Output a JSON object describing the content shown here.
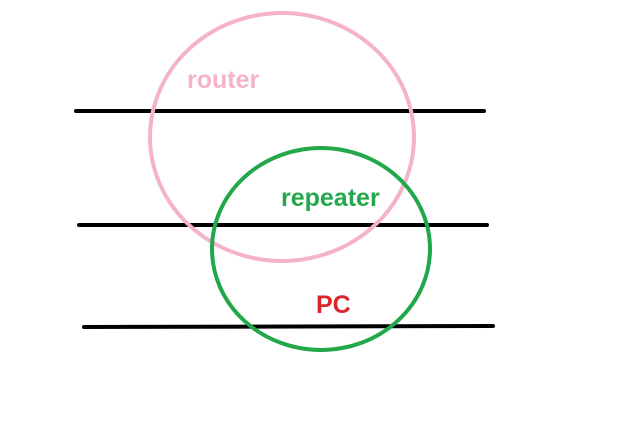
{
  "labels": {
    "router": "router",
    "repeater": "repeater",
    "pc": "PC"
  },
  "colors": {
    "background": "#ffffff",
    "line": "#000000",
    "router": "#f4b3c6",
    "repeater": "#22a84a",
    "pc": "#d9262b"
  }
}
